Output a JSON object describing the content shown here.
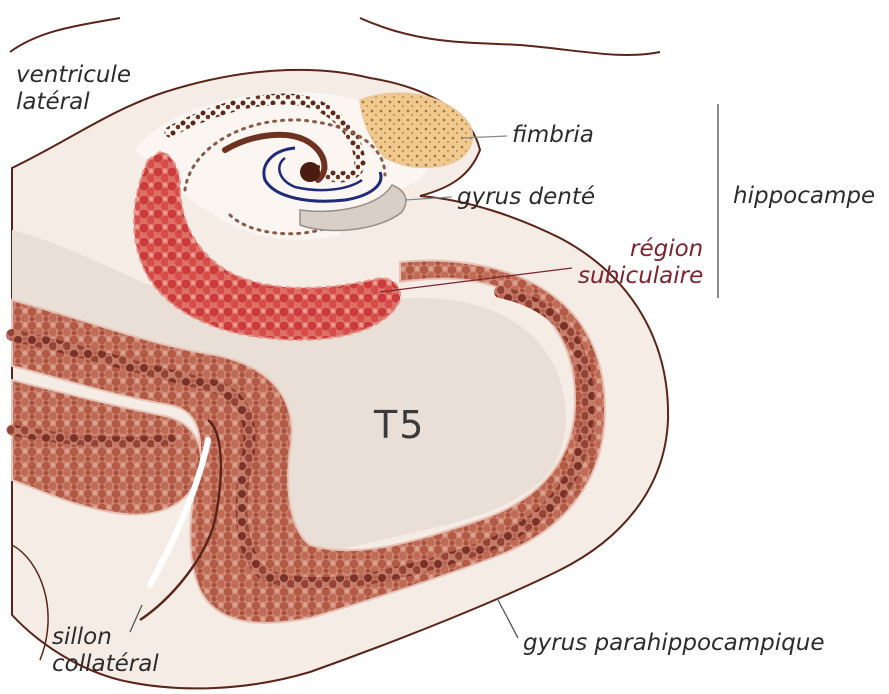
{
  "labels": {
    "ventricule_line1": "ventricule",
    "ventricule_line2": "latéral",
    "fimbria": "fimbria",
    "gyrus_dente": "gyrus denté",
    "hippocampe": "hippocampe",
    "region_line1": "région",
    "region_line2": "subiculaire",
    "t5": "T5",
    "sillon_line1": "sillon",
    "sillon_line2": "collatéral",
    "gyrus_parahippocampique": "gyrus parahippocampique"
  },
  "colors": {
    "outline": "#5a2418",
    "tissue": "#f5ece6",
    "tissue_shade": "#eadfd6",
    "cortex_cells": "#b35a46",
    "cortex_cells_dark": "#6e2f26",
    "subicular_region": "#cc3b3b",
    "fimbria": "#e8b673",
    "dentate": "#1f2b7a",
    "ca_band": "#5b2717"
  }
}
